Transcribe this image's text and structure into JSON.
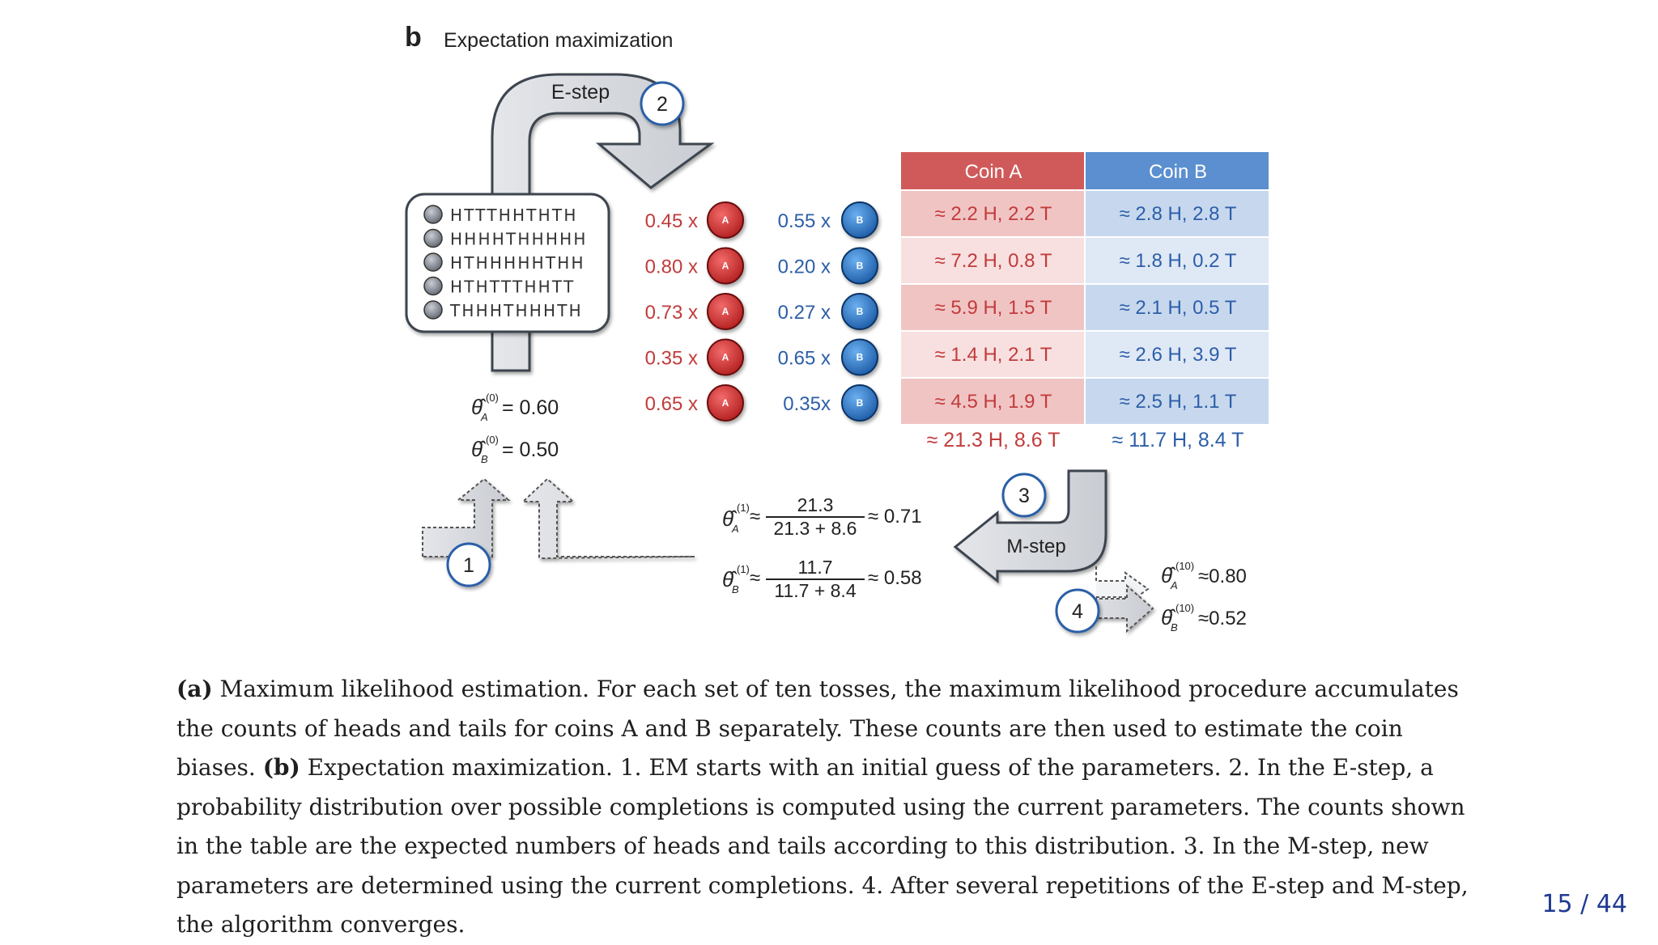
{
  "panel_letter": "b",
  "panel_title": "Expectation maximization",
  "estep_label": "E-step",
  "mstep_label": "M-step",
  "step_numbers": [
    "1",
    "2",
    "3",
    "4"
  ],
  "coin_letters": {
    "a": "A",
    "b": "B"
  },
  "toss_sequences": [
    "HTTTHHTHTH",
    "HHHHTHHHHH",
    "HTHHHHHTHH",
    "HTHTTTHHTT",
    "THHHTHHHTH"
  ],
  "weights_a": [
    "0.45 x",
    "0.80 x",
    "0.73 x",
    "0.35 x",
    "0.65 x"
  ],
  "weights_b": [
    "0.55 x",
    "0.20 x",
    "0.27 x",
    "0.65 x",
    "0.35x"
  ],
  "table": {
    "headers": [
      "Coin A",
      "Coin B"
    ],
    "rows": [
      [
        "≈ 2.2 H, 2.2 T",
        "≈ 2.8 H, 2.8 T"
      ],
      [
        "≈ 7.2 H, 0.8 T",
        "≈ 1.8 H, 0.2 T"
      ],
      [
        "≈ 5.9 H, 1.5 T",
        "≈ 2.1 H, 0.5 T"
      ],
      [
        "≈ 1.4 H, 2.1 T",
        "≈ 2.6 H, 3.9 T"
      ],
      [
        "≈ 4.5 H, 1.9 T",
        "≈ 2.5 H, 1.1 T"
      ]
    ],
    "totals": [
      "≈ 21.3 H, 8.6 T",
      "≈ 11.7 H, 8.4 T"
    ]
  },
  "init_params": {
    "theta_a": "= 0.60",
    "theta_b": "= 0.50",
    "superscript": "(0)"
  },
  "update": {
    "theta_a_num": "21.3",
    "theta_a_den": "21.3 + 8.6",
    "theta_a_val": "≈ 0.71",
    "theta_b_num": "11.7",
    "theta_b_den": "11.7 + 8.4",
    "theta_b_val": "≈ 0.58",
    "superscript": "(1)"
  },
  "final_params": {
    "theta_a": "≈0.80",
    "theta_b": "≈0.52",
    "superscript": "(10)"
  },
  "colors": {
    "red": "#c23b3b",
    "blue": "#2c5ea8",
    "header_a": "#d05a5a",
    "header_b": "#5b8fcf",
    "row_a_dark": "#f1c4c4",
    "row_a_light": "#f8e0e0",
    "row_b_dark": "#c7d8ee",
    "row_b_light": "#dfe8f5"
  },
  "caption": {
    "a_label": "(a)",
    "a_text": " Maximum likelihood estimation. For each set of ten tosses, the maximum likelihood procedure accumulates the counts of heads and tails for coins A and B separately. These counts are then used to estimate the coin biases. ",
    "b_label": "(b)",
    "b_text": " Expectation maximization. 1. EM starts with an initial guess of the parameters. 2. In the E-step, a probability distribution over possible completions is computed using the current parameters. The counts shown in the table are the expected numbers of heads and tails according to this distribution. 3. In the M-step, new parameters are determined using the current completions. 4. After several repetitions of the E-step and M-step, the algorithm converges."
  },
  "page_number": "15 / 44"
}
